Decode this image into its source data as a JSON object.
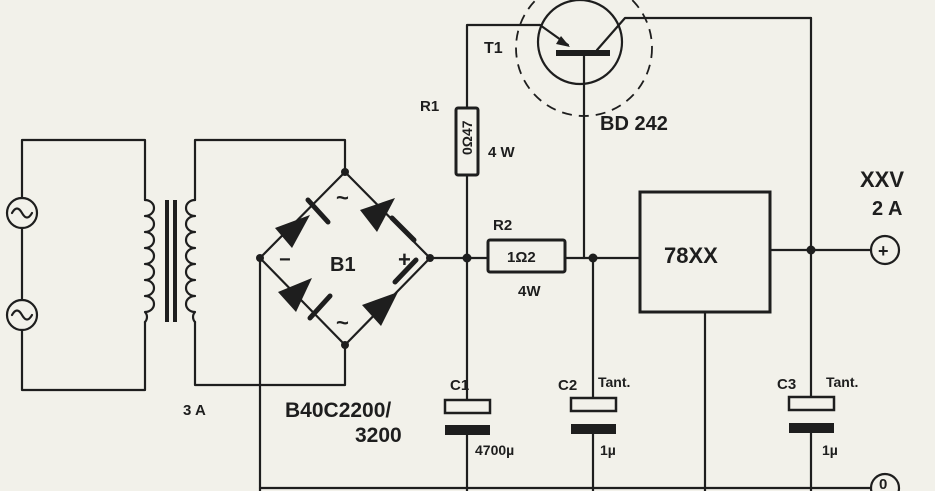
{
  "transistor": {
    "ref": "T1",
    "part": "BD 242"
  },
  "r1": {
    "ref": "R1",
    "value": "0Ω47",
    "power": "4 W"
  },
  "r2": {
    "ref": "R2",
    "value": "1Ω2",
    "power": "4W"
  },
  "bridge": {
    "ref": "B1",
    "minus": "−",
    "plus": "+",
    "part_line1": "B40C2200/",
    "part_line2": "3200"
  },
  "regulator": {
    "label": "78XX"
  },
  "transformer": {
    "current": "3 A"
  },
  "c1": {
    "ref": "C1",
    "value": "4700µ"
  },
  "c2": {
    "ref": "C2",
    "type": "Tant.",
    "value": "1µ"
  },
  "c3": {
    "ref": "C3",
    "type": "Tant.",
    "value": "1µ"
  },
  "output": {
    "voltage": "XXV",
    "current": "2 A",
    "plus_symbol": "+",
    "ground_symbol": "0"
  },
  "ac_symbol": "~"
}
